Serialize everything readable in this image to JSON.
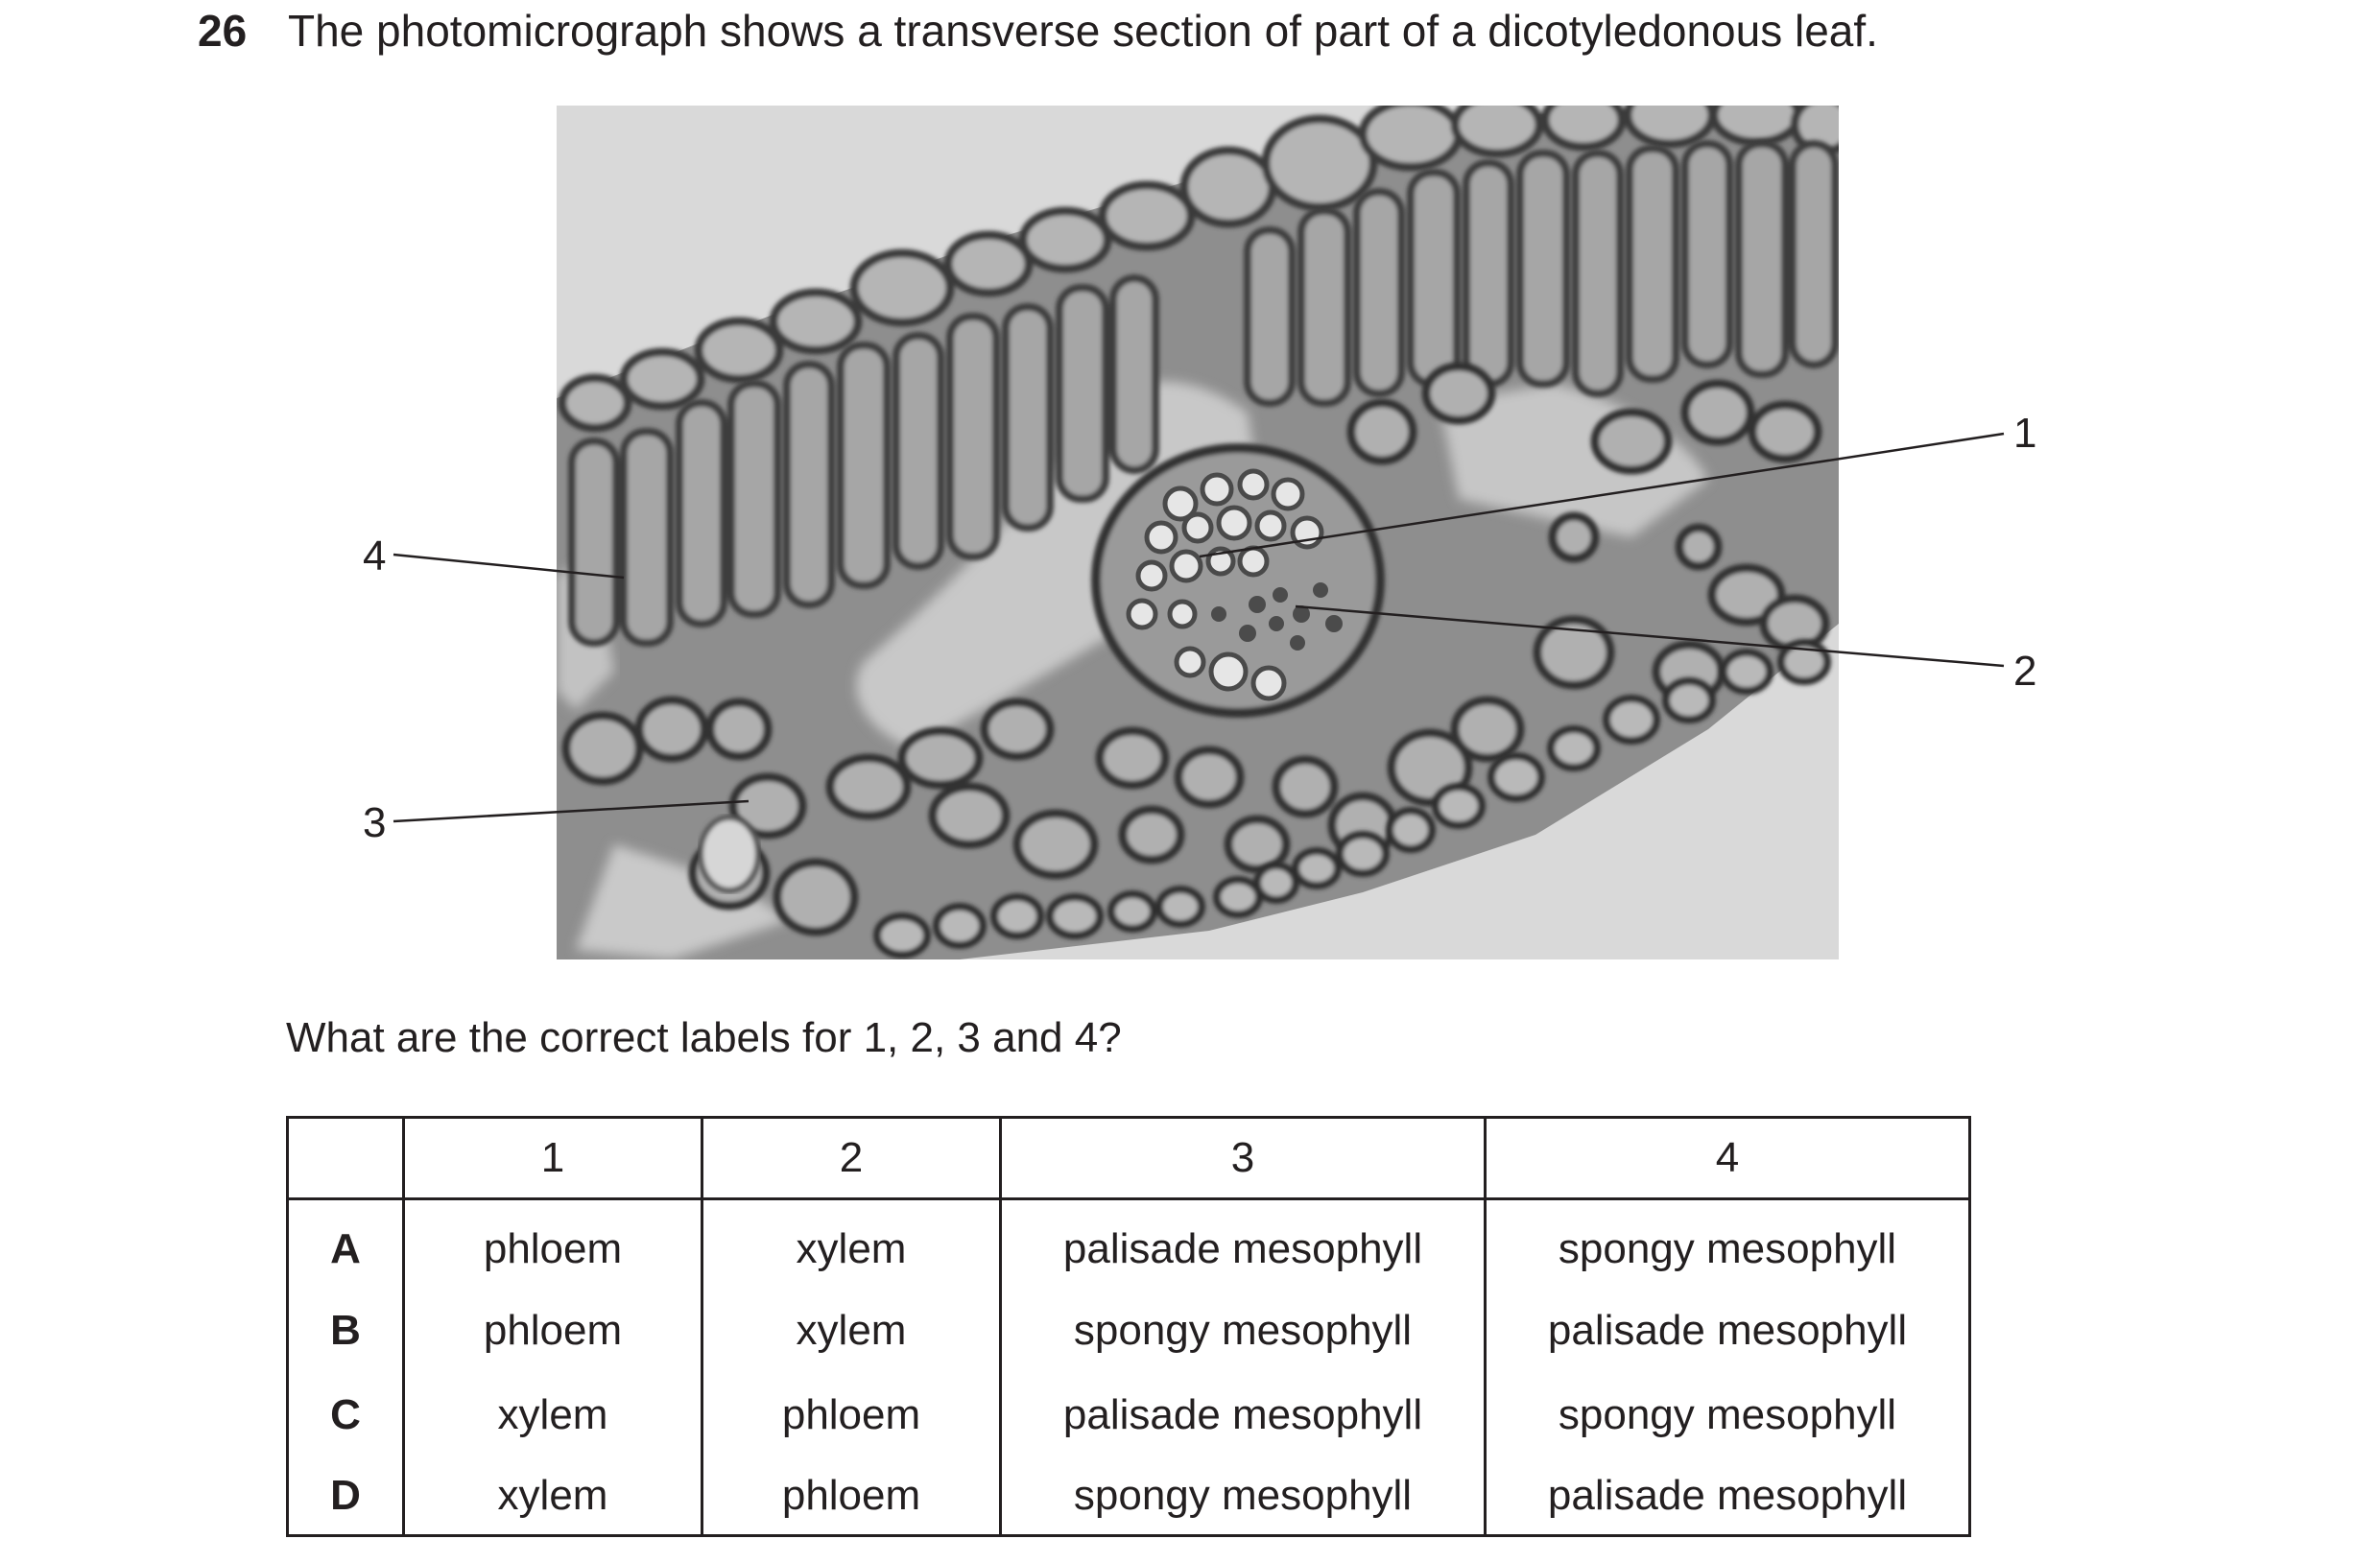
{
  "question": {
    "number": "26",
    "text": "The photomicrograph shows a transverse section of part of a dicotyledonous leaf."
  },
  "figure": {
    "labels": [
      "1",
      "2",
      "3",
      "4"
    ]
  },
  "prompt": "What are the correct labels for 1, 2, 3 and 4?",
  "table": {
    "headers": [
      "",
      "1",
      "2",
      "3",
      "4"
    ],
    "rows": [
      {
        "key": "A",
        "cells": [
          "phloem",
          "xylem",
          "palisade mesophyll",
          "spongy mesophyll"
        ]
      },
      {
        "key": "B",
        "cells": [
          "phloem",
          "xylem",
          "spongy mesophyll",
          "palisade mesophyll"
        ]
      },
      {
        "key": "C",
        "cells": [
          "xylem",
          "phloem",
          "palisade mesophyll",
          "spongy mesophyll"
        ]
      },
      {
        "key": "D",
        "cells": [
          "xylem",
          "phloem",
          "spongy mesophyll",
          "palisade mesophyll"
        ]
      }
    ]
  }
}
